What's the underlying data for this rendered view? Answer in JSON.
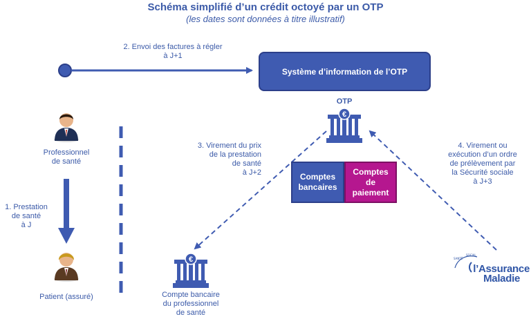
{
  "title": "Schéma simplifié d’un crédit octoyé par un OTP",
  "subtitle": "(les dates sont données à titre illustratif)",
  "steps": {
    "step2_line1": "2. Envoi des factures à régler",
    "step2_line2": "à J+1",
    "step1_line1": "1. Prestation",
    "step1_line2": "de santé",
    "step1_line3": "à J",
    "step3_line1": "3. Virement du prix",
    "step3_line2": "de la prestation",
    "step3_line3": "de santé",
    "step3_line4": "à J+2",
    "step4_line1": "4. Virement ou",
    "step4_line2": "exécution d’un ordre",
    "step4_line3": "de prélèvement par",
    "step4_line4": "la Sécurité sociale",
    "step4_line5": "à J+3"
  },
  "actors": {
    "professionnel_line1": "Professionnel",
    "professionnel_line2": "de santé",
    "patient": "Patient (assuré)",
    "otp": "OTP",
    "compte_pro_line1": "Compte bancaire",
    "compte_pro_line2": "du professionnel",
    "compte_pro_line3": "de santé"
  },
  "system_box": "Système d’information de l’OTP",
  "accounts": {
    "bank_line1": "Comptes",
    "bank_line2": "bancaires",
    "payment_line1": "Comptes",
    "payment_line2": "de",
    "payment_line3": "paiement"
  },
  "logo": {
    "line1": "l’Assurance",
    "line2": "Maladie",
    "tagline": "SANTÉ · SOCIAL · SOLIDAIRE"
  },
  "icons": [
    "person-icon",
    "bank-icon",
    "assurance-maladie-logo"
  ],
  "colors": {
    "primary": "#3f5bb1",
    "magenta": "#b5178f",
    "text": "#3b5aa8"
  }
}
